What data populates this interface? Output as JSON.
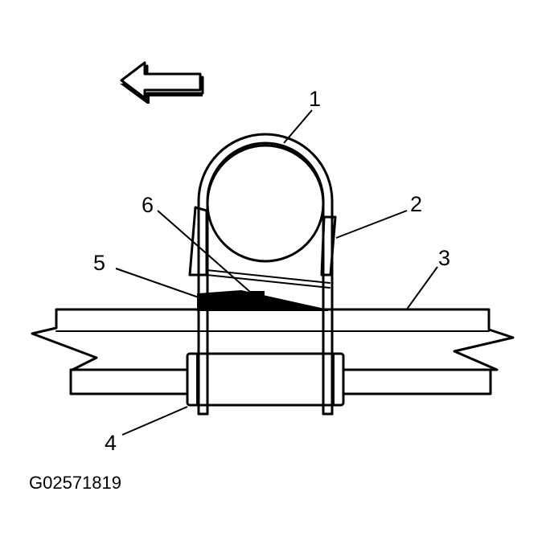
{
  "callouts": {
    "c1": "1",
    "c2": "2",
    "c3": "3",
    "c4": "4",
    "c5": "5",
    "c6": "6"
  },
  "figure_id": "G02571819",
  "direction_arrow": {
    "icon": "arrow-left-icon",
    "points": "forward"
  },
  "colors": {
    "line": "#000000",
    "background": "#ffffff"
  }
}
